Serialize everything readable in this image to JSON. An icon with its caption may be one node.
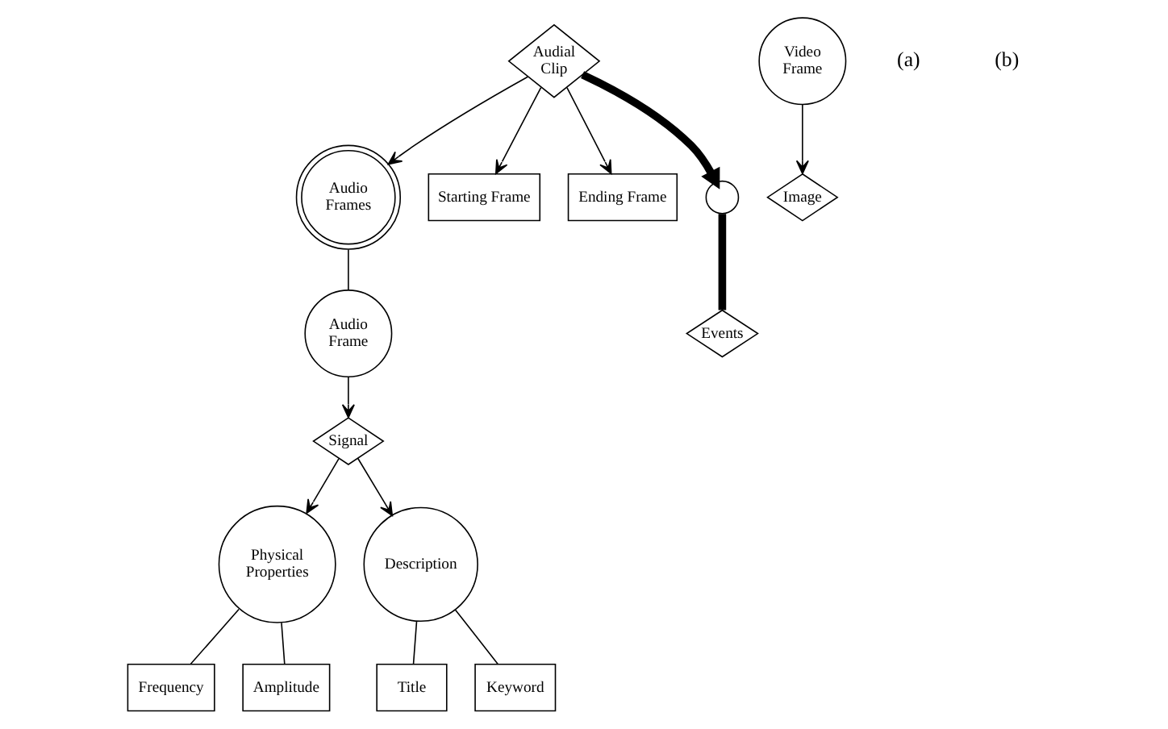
{
  "diagram": {
    "nodes": [
      {
        "text": [
          "Audial Clip"
        ]
      },
      {
        "text": [
          "Audio Frames"
        ]
      },
      {
        "text": [
          "Starting Frame"
        ]
      },
      {
        "text": [
          "Ending Frame"
        ]
      },
      {
        "text": [],
        "shape": "circle"
      },
      {
        "text": [
          "Events"
        ]
      },
      {
        "text": [
          "Audio Frame"
        ]
      },
      {
        "text": [
          "Signal"
        ]
      },
      {
        "text": [
          "Physical Properties"
        ]
      },
      {
        "text": [
          "Description"
        ]
      },
      {
        "text": [
          "Frequency"
        ]
      },
      {
        "text": [
          "Amplitude"
        ]
      },
      {
        "text": [
          "Title"
        ]
      },
      {
        "text": [
          "Keyword"
        ]
      },
      {
        "text": [
          "Video Frame"
        ]
      },
      {
        "text": [
          "Image"
        ]
      }
    ],
    "edges": [
      {
        "from": 0,
        "to": 1,
        "arrow": "to"
      },
      {
        "from": 0,
        "to": 2,
        "arrow": "to"
      },
      {
        "from": 0,
        "to": 3,
        "arrow": "to"
      },
      {
        "from": 0,
        "to": 4,
        "arrow": "to",
        "style": "thick"
      },
      {
        "from": 4,
        "to": 5,
        "arrow": "none",
        "style": "thick"
      },
      {
        "from": 1,
        "to": 6,
        "arrow": "none"
      },
      {
        "from": 6,
        "to": 7,
        "arrow": "to"
      },
      {
        "from": 7,
        "to": 8,
        "arrow": "to"
      },
      {
        "from": 7,
        "to": 9,
        "arrow": "to"
      },
      {
        "from": 8,
        "to": 10,
        "arrow": "none"
      },
      {
        "from": 8,
        "to": 11,
        "arrow": "none"
      },
      {
        "from": 9,
        "to": 12,
        "arrow": "none"
      },
      {
        "from": 9,
        "to": 13,
        "arrow": "none"
      },
      {
        "from": 14,
        "to": 15,
        "arrow": "to"
      }
    ],
    "labels": [
      "(a)",
      "(b)"
    ]
  }
}
